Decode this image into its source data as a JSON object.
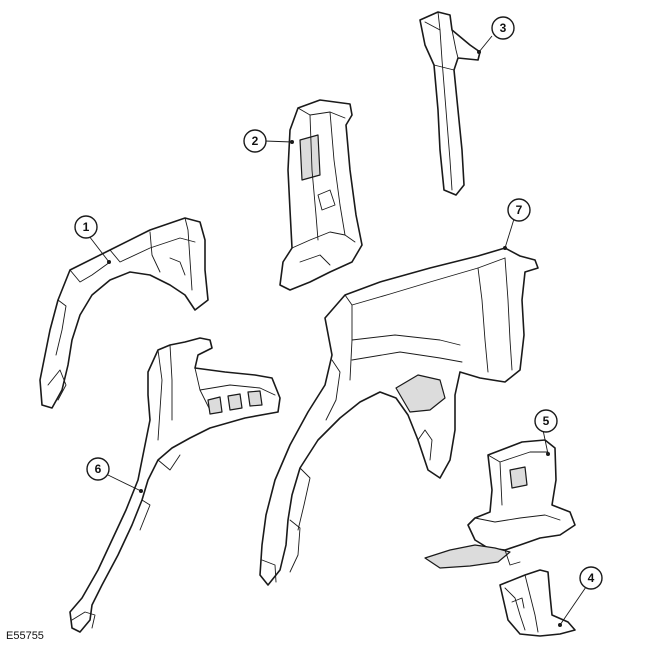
{
  "figure_id": "E55755",
  "callouts": [
    "1",
    "2",
    "3",
    "4",
    "5",
    "6",
    "7"
  ]
}
